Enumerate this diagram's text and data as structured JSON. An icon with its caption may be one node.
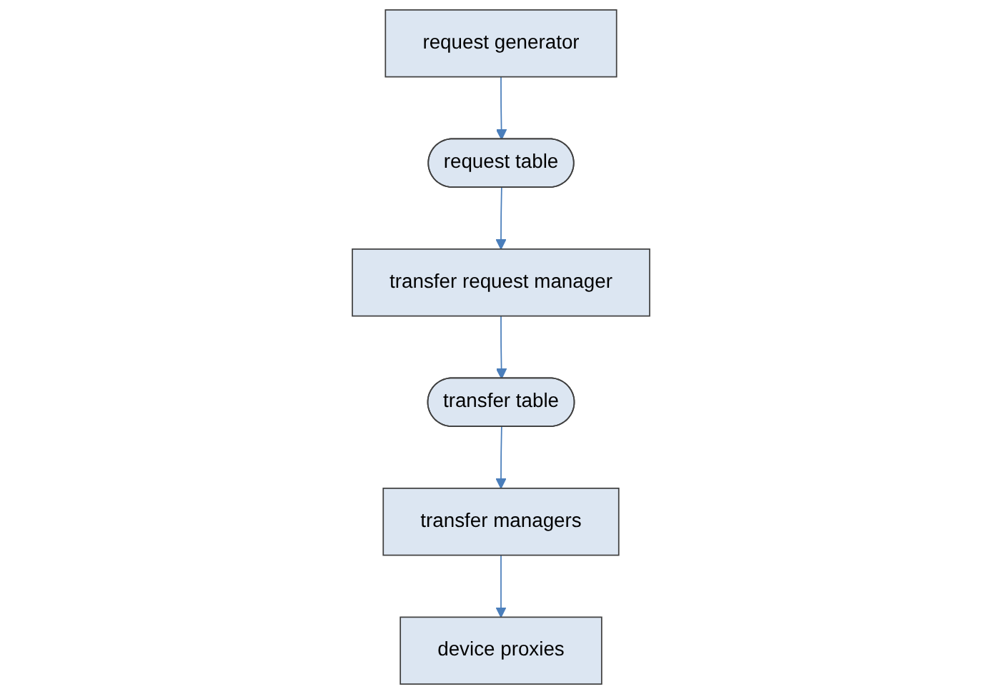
{
  "diagram": {
    "nodes": [
      {
        "text": [
          "request generator"
        ]
      },
      {
        "text": [
          "request table"
        ]
      },
      {
        "text": [
          "transfer request manager"
        ]
      },
      {
        "text": [
          "transfer table"
        ]
      },
      {
        "text": [
          "transfer managers"
        ]
      },
      {
        "text": [
          "device proxies"
        ]
      }
    ],
    "edges": [
      {
        "from": 0,
        "to": 1,
        "arrow": "to"
      },
      {
        "from": 1,
        "to": 2,
        "arrow": "to"
      },
      {
        "from": 2,
        "to": 3,
        "arrow": "to"
      },
      {
        "from": 3,
        "to": 4,
        "arrow": "to"
      },
      {
        "from": 4,
        "to": 5,
        "arrow": "to"
      }
    ]
  }
}
